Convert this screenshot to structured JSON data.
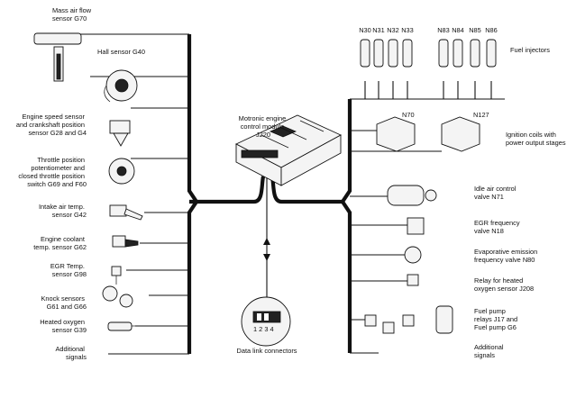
{
  "labels": {
    "maf_line1": "Mass air flow",
    "maf_line2": "sensor G70",
    "hall": "Hall sensor G40",
    "speed_line1": "Engine speed sensor",
    "speed_line2": "and crankshaft position",
    "speed_line3": "sensor G28 and G4",
    "throttle_line1": "Throttle position",
    "throttle_line2": "potentiometer and",
    "throttle_line3": "closed throttle position",
    "throttle_line4": "switch G69 and F60",
    "intake_line1": "Intake air temp.",
    "intake_line2": "sensor G42",
    "coolant_line1": "Engine coolant",
    "coolant_line2": "temp. sensor G62",
    "egrtemp_line1": "EGR Temp.",
    "egrtemp_line2": "sensor G98",
    "knock_line1": "Knock sensors",
    "knock_line2": "G61 and G66",
    "oxygen_line1": "Heated oxygen",
    "oxygen_line2": "sensor G39",
    "add_left_line1": "Additional",
    "add_left_line2": "signals",
    "ecu_line1": "Motronic engine",
    "ecu_line2": "control module",
    "ecu_line3": "J220",
    "pins": "1 2 3 4",
    "data_link": "Data link connectors",
    "n30": "N30",
    "n31": "N31",
    "n32": "N32",
    "n33": "N33",
    "n83": "N83",
    "n84": "N84",
    "n85": "N85",
    "n86": "N86",
    "fuel_injectors": "Fuel injectors",
    "n70": "N70",
    "n127": "N127",
    "ign_line1": "Ignition coils with",
    "ign_line2": "power output stages",
    "idle_line1": "Idle air control",
    "idle_line2": "valve N71",
    "egrfreq_line1": "EGR frequency",
    "egrfreq_line2": "valve N18",
    "evap_line1": "Evaporative emission",
    "evap_line2": "frequency valve N80",
    "relay_line1": "Relay for heated",
    "relay_line2": "oxygen sensor J208",
    "pump_line1": "Fuel pump",
    "pump_line2": "relays J17 and",
    "pump_line3": "Fuel pump G6",
    "add_right_line1": "Additional",
    "add_right_line2": "signals"
  }
}
